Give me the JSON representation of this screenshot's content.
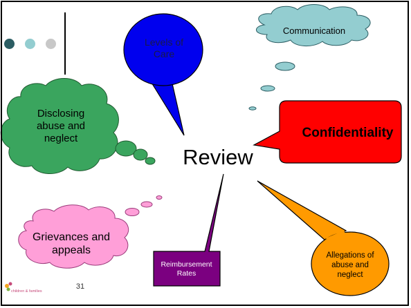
{
  "slide": {
    "center_label": "Review",
    "page_number": "31",
    "logo_text": "children & families"
  },
  "nodes": {
    "levels_of_care": {
      "label": "Levels of Care",
      "fill": "#0000ee"
    },
    "communication": {
      "label": "Communication",
      "fill": "#93cdd0"
    },
    "confidentiality": {
      "label": "Confidentiality",
      "fill": "#ff0000"
    },
    "disclosing": {
      "label": "Disclosing abuse and neglect",
      "fill": "#3aa55e"
    },
    "grievances": {
      "label": "Grievances and appeals",
      "fill": "#ff9fd8"
    },
    "reimbursement": {
      "label": "Reimbursement Rates",
      "fill": "#7b0080"
    },
    "allegations": {
      "label": "Allegations of abuse and neglect",
      "fill": "#ff9a00"
    }
  },
  "decoration": {
    "dot_colors": [
      "#2b5d63",
      "#93cdd0",
      "#c8c8c8"
    ]
  }
}
